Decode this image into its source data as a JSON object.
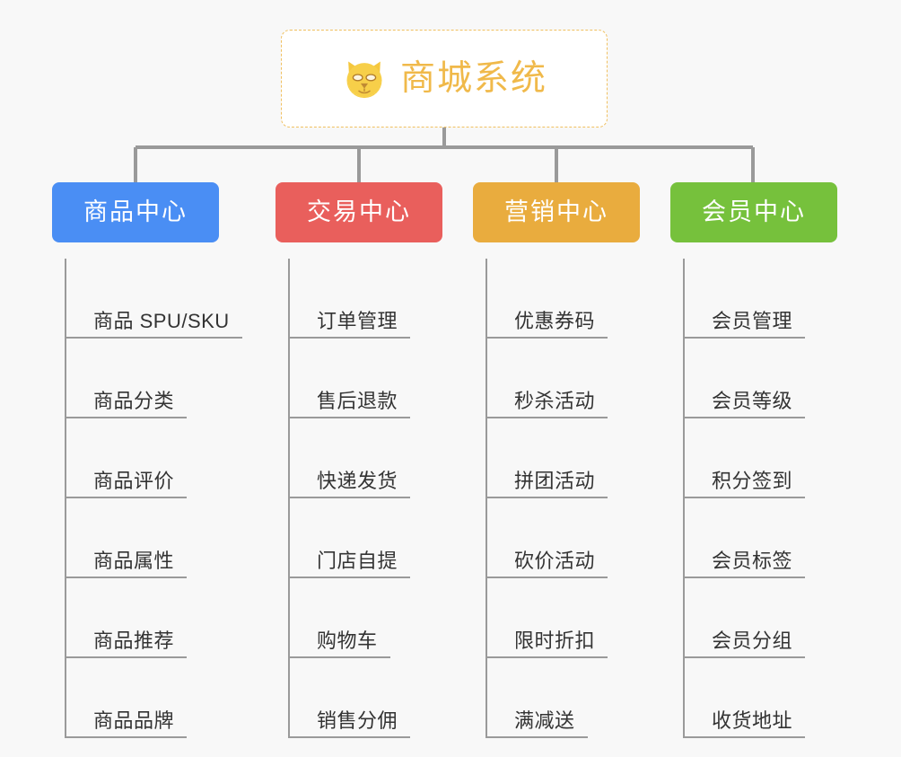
{
  "background_color": "#f8f8f8",
  "root": {
    "title": "商城系统",
    "icon": "dog-face-emoji",
    "text_color": "#f0b94a",
    "border_color": "#f0c060",
    "background_color": "#ffffff"
  },
  "connector_color": "#9a9a9a",
  "categories": [
    {
      "label": "商品中心",
      "color": "#4a8ef4",
      "items": [
        "商品 SPU/SKU",
        "商品分类",
        "商品评价",
        "商品属性",
        "商品推荐",
        "商品品牌"
      ]
    },
    {
      "label": "交易中心",
      "color": "#e95f5c",
      "items": [
        "订单管理",
        "售后退款",
        "快递发货",
        "门店自提",
        "购物车",
        "销售分佣"
      ]
    },
    {
      "label": "营销中心",
      "color": "#e9ac3e",
      "items": [
        "优惠券码",
        "秒杀活动",
        "拼团活动",
        "砍价活动",
        "限时折扣",
        "满减送"
      ]
    },
    {
      "label": "会员中心",
      "color": "#76c13c",
      "items": [
        "会员管理",
        "会员等级",
        "积分签到",
        "会员标签",
        "会员分组",
        "收货地址"
      ]
    }
  ]
}
